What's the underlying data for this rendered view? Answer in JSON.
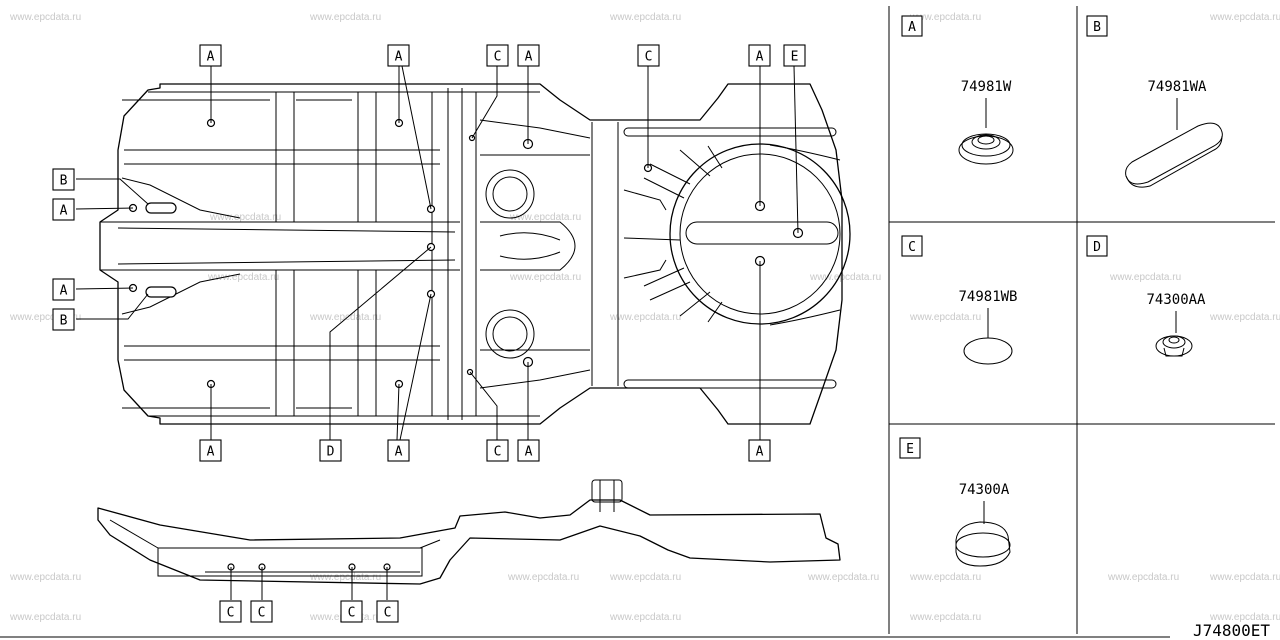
{
  "watermark": "www.epcdata.ru",
  "diagram_code": "J74800ET",
  "callout_labels": [
    "A",
    "B",
    "C",
    "D",
    "E"
  ],
  "parts": [
    {
      "letter": "A",
      "part_number": "74981W"
    },
    {
      "letter": "B",
      "part_number": "74981WA"
    },
    {
      "letter": "C",
      "part_number": "74981WB"
    },
    {
      "letter": "D",
      "part_number": "74300AA"
    },
    {
      "letter": "E",
      "part_number": "74300A"
    }
  ]
}
